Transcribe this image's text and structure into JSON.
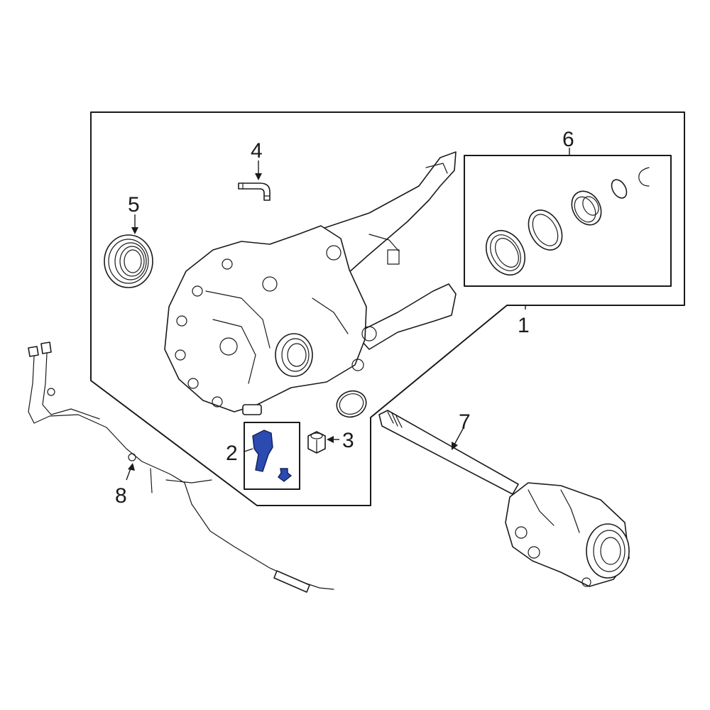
{
  "highlight_color": "#2b4bb0",
  "callouts": {
    "c1": "1",
    "c2": "2",
    "c3": "3",
    "c4": "4",
    "c5": "5",
    "c6": "6",
    "c7": "7",
    "c8": "8"
  }
}
